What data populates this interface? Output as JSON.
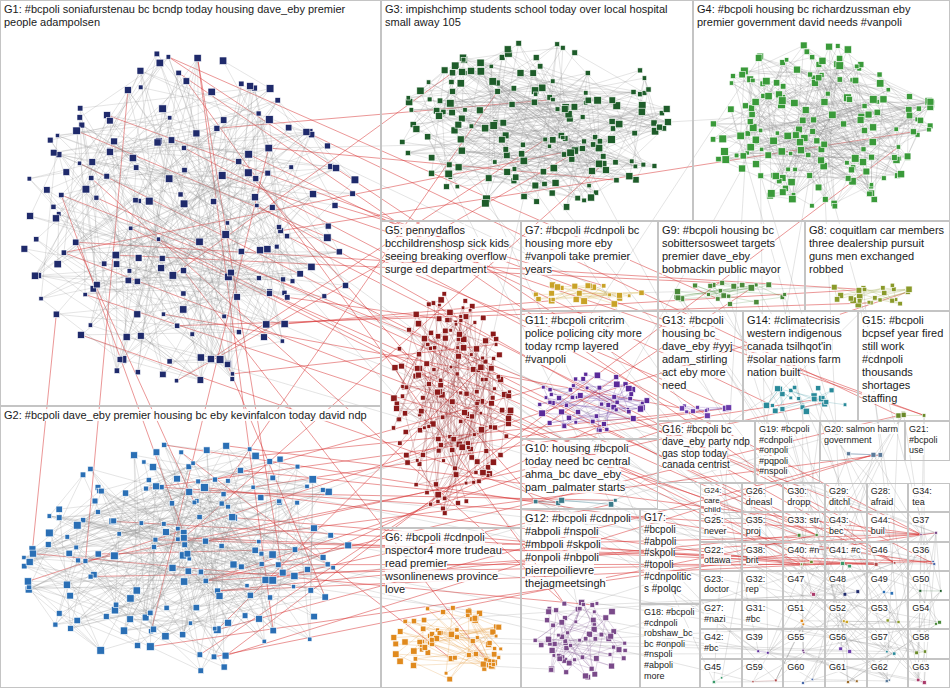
{
  "diagram": {
    "nodes": [
      {
        "text": [
          "G1: #bcpoli soniafurstenau bc bcndp today housing dave_eby premier people adampolsen"
        ]
      },
      {
        "text": [
          "G2: #bcpoli dave_eby premier housing bc eby kevinfalcon today david ndp"
        ]
      },
      {
        "text": [
          "G3: impishchimp students school today over local hospital small away 105"
        ]
      },
      {
        "text": [
          "G4: #bcpoli housing bc richardzussman eby premier government david needs #vanpoli"
        ]
      },
      {
        "text": [
          "G5: pennydaflos bcchildrenshosp sick kids seeing breaking overflow surge ed department"
        ]
      },
      {
        "text": [
          "G6: #bcpoli #cdnpoli nspector4 more trudeau read premier wsonlinenews province love"
        ]
      },
      {
        "text": [
          "G7: #bcpoli #cdnpoli bc housing more eby #vanpoli take premier years"
        ]
      },
      {
        "text": [
          "G8: coquitlam car members three dealership pursuit guns men exchanged robbed"
        ]
      },
      {
        "text": [
          "G9: #bcpoli housing bc sobittersosweet targets premier dave_eby bobmackin public mayor"
        ]
      },
      {
        "text": [
          "G10: housing #bcpoli today need bc central ahma_bc dave_eby pam_palmater starts"
        ]
      },
      {
        "text": [
          "G11: #bcpoli critcrim police policing city more today rcmp layered #vanpoli"
        ]
      },
      {
        "text": [
          "G12: #bcpoli #cdnpoli #abpoli #nspoli #mbpoli #skpoli #onpoli #nbpoli pierrepoilievre thejagmeetsingh"
        ]
      },
      {
        "text": [
          "G13: #bcpoli housing bc dave_eby #yyj adam_stirling act eby more need"
        ]
      },
      {
        "text": [
          "G14: #climatecrisis western indigenous canada tsilhqot'in #solar nations farm nation built"
        ]
      },
      {
        "text": [
          "G15: #bcpoli bcpsef year fired still work #cdnpoli thousands shortages staffing"
        ]
      },
      {
        "text": [
          "G16: #bcpoli bc dave_eby party ndp gas stop today canada centrist"
        ]
      },
      {
        "text": [
          "G17: #bcpoli #abpoli #skpoli #topoli #cdnpolitics #polqc"
        ]
      },
      {
        "text": [
          "G18: #bcpoli #cdnpoli robshaw_bc bc #onpoli #nspoli #abpoli more"
        ]
      },
      {
        "text": [
          "G19: #bcpoli #cdnpoli #onpoli #pqpoli #nspoli"
        ]
      },
      {
        "text": [
          "G20: salmon harm government"
        ]
      },
      {
        "text": [
          "G21: #bcpoli use"
        ]
      },
      {
        "text": [
          "G24: care child"
        ]
      },
      {
        "text": [
          "G26: dneasl"
        ]
      },
      {
        "text": [
          "G30: dropp"
        ]
      },
      {
        "text": [
          "G29: ditchl"
        ]
      },
      {
        "text": [
          "G28: afraid"
        ]
      },
      {
        "text": [
          "G34: tea"
        ]
      },
      {
        "text": [
          "G25: never"
        ]
      },
      {
        "text": [
          "G35: proj"
        ]
      },
      {
        "text": [
          "G33: str"
        ]
      },
      {
        "text": [
          "G43: bec"
        ]
      },
      {
        "text": [
          "G44: buil"
        ]
      },
      {
        "text": [
          "G37"
        ]
      },
      {
        "text": [
          "G22: ottawa"
        ]
      },
      {
        "text": [
          "G38: brit"
        ]
      },
      {
        "text": [
          "G40: #n"
        ]
      },
      {
        "text": [
          "G41: #c"
        ]
      },
      {
        "text": [
          "G46"
        ]
      },
      {
        "text": [
          "G36"
        ]
      },
      {
        "text": [
          "G23: doctor"
        ]
      },
      {
        "text": [
          "G32: rep"
        ]
      },
      {
        "text": [
          "G47"
        ]
      },
      {
        "text": [
          "G48"
        ]
      },
      {
        "text": [
          "G49"
        ]
      },
      {
        "text": [
          "G50"
        ]
      },
      {
        "text": [
          "G27: #nazi"
        ]
      },
      {
        "text": [
          "G31: #bc"
        ]
      },
      {
        "text": [
          "G51"
        ]
      },
      {
        "text": [
          "G52"
        ]
      },
      {
        "text": [
          "G53"
        ]
      },
      {
        "text": [
          "G54"
        ]
      },
      {
        "text": [
          "G42: #bc"
        ]
      },
      {
        "text": [
          "G39"
        ]
      },
      {
        "text": [
          "G55"
        ]
      },
      {
        "text": [
          "G56"
        ]
      },
      {
        "text": [
          "G57"
        ]
      },
      {
        "text": [
          "G58"
        ]
      },
      {
        "text": [
          "G45"
        ]
      },
      {
        "text": [
          "G59"
        ]
      },
      {
        "text": [
          "G60"
        ]
      },
      {
        "text": [
          "G61"
        ]
      },
      {
        "text": [
          "G62"
        ]
      },
      {
        "text": [
          "G63"
        ]
      }
    ]
  }
}
